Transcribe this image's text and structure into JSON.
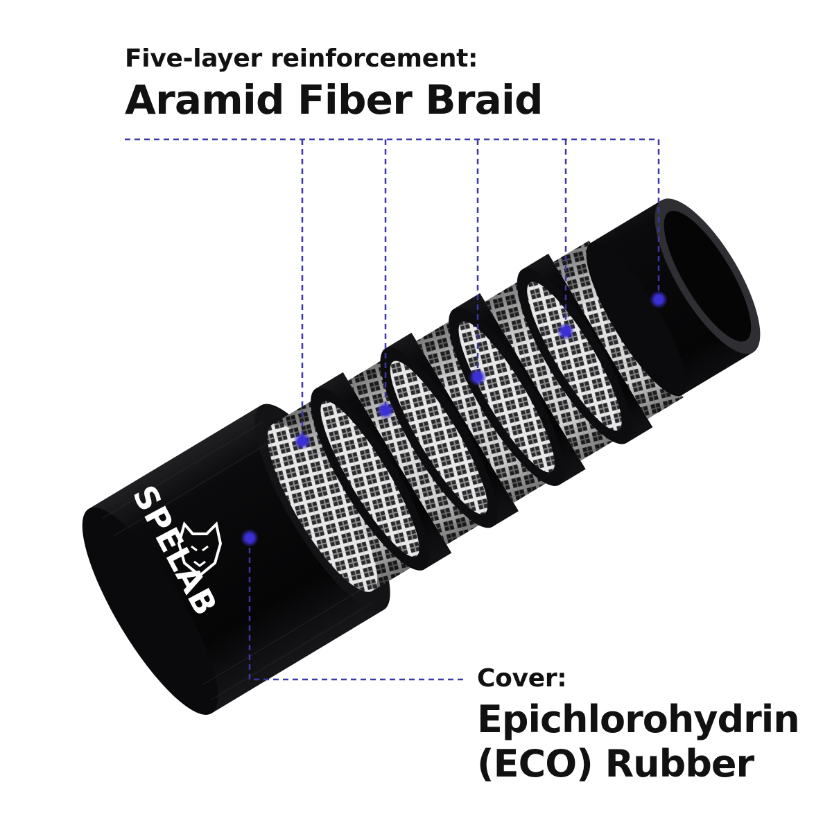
{
  "callouts": {
    "reinforcement": {
      "label": "Five-layer reinforcement:",
      "value": "Aramid Fiber Braid"
    },
    "cover": {
      "label": "Cover:",
      "value_line1": "Epichlorohydrin",
      "value_line2": "(ECO) Rubber"
    }
  },
  "brand": {
    "logo_text": "SPELAB",
    "mascot": "panther-head-logo"
  },
  "colors": {
    "leader_line": "#3a37a8",
    "marker": "#3b2fd6",
    "hose_black": "#0c0c0e",
    "braid_white": "#e6e6e6",
    "text": "#111111"
  }
}
